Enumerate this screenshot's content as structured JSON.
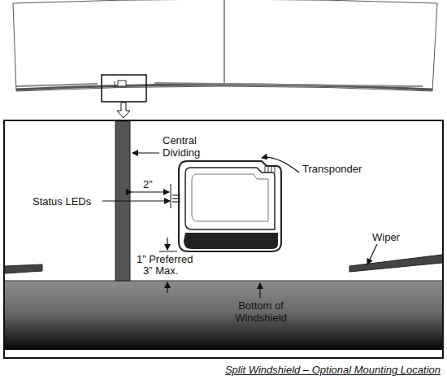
{
  "diagram": {
    "caption": "Split Windshield – Optional Mounting Location",
    "labels": [
      "Central Dividing",
      "Transponder",
      "Status LEDs",
      "2”",
      "1” Preferred",
      "3” Max.",
      "Wiper",
      "Bottom of Windshield"
    ]
  }
}
